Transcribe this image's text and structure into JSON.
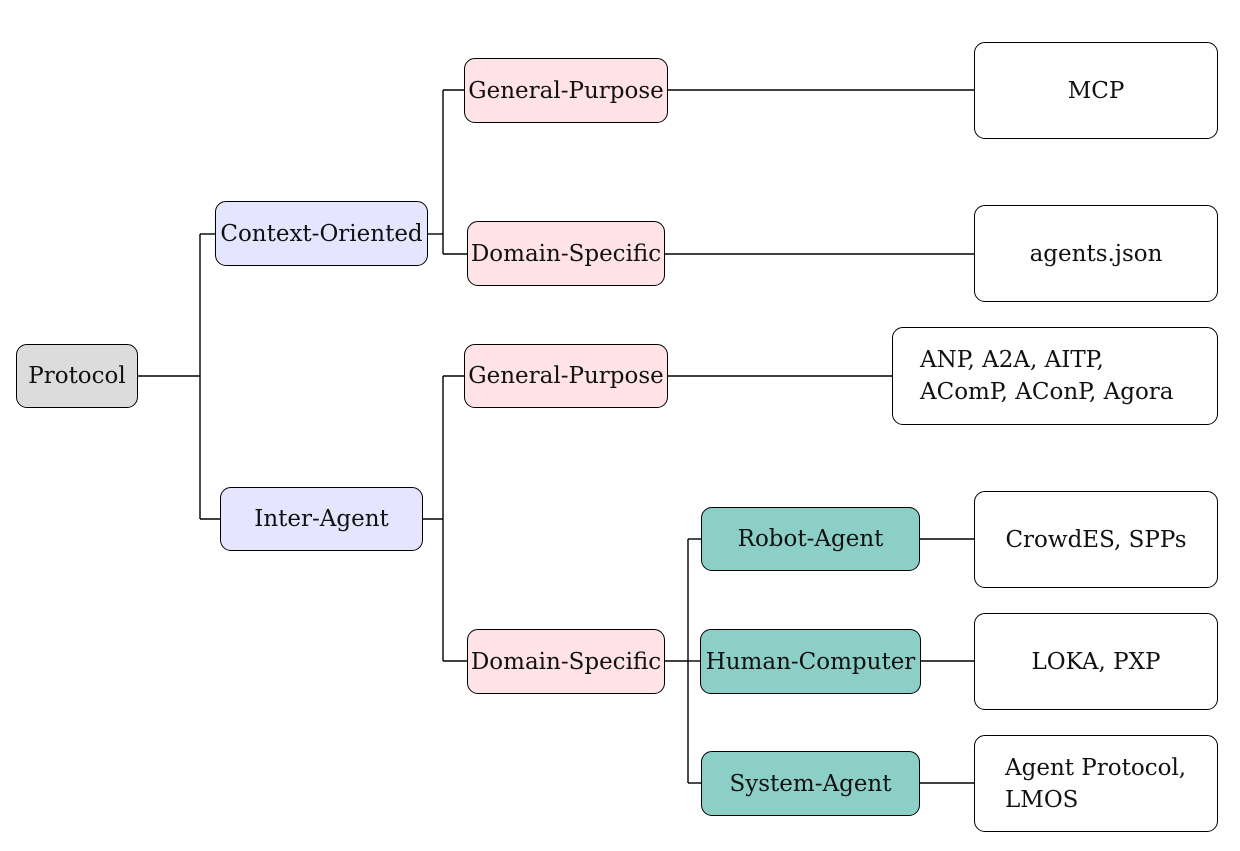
{
  "diagram": {
    "root": "Protocol",
    "context_oriented": {
      "label": "Context-Oriented",
      "general_purpose": {
        "label": "General-Purpose",
        "protocols": "MCP"
      },
      "domain_specific": {
        "label": "Domain-Specific",
        "protocols": "agents.json"
      }
    },
    "inter_agent": {
      "label": "Inter-Agent",
      "general_purpose": {
        "label": "General-Purpose",
        "protocols_line1": "ANP, A2A, AITP,",
        "protocols_line2": "AComP, AConP, Agora"
      },
      "domain_specific": {
        "label": "Domain-Specific",
        "robot_agent": {
          "label": "Robot-Agent",
          "protocols": "CrowdES, SPPs"
        },
        "human_computer": {
          "label": "Human-Computer",
          "protocols": "LOKA, PXP"
        },
        "system_agent": {
          "label": "System-Agent",
          "protocols_line1": "Agent Protocol,",
          "protocols_line2": "LMOS"
        }
      }
    }
  },
  "colors": {
    "root": "#dcdcdc",
    "category": "#e5e5ff",
    "scope": "#ffe3e6",
    "domain": "#8ccfc6",
    "leaf": "#ffffff"
  }
}
